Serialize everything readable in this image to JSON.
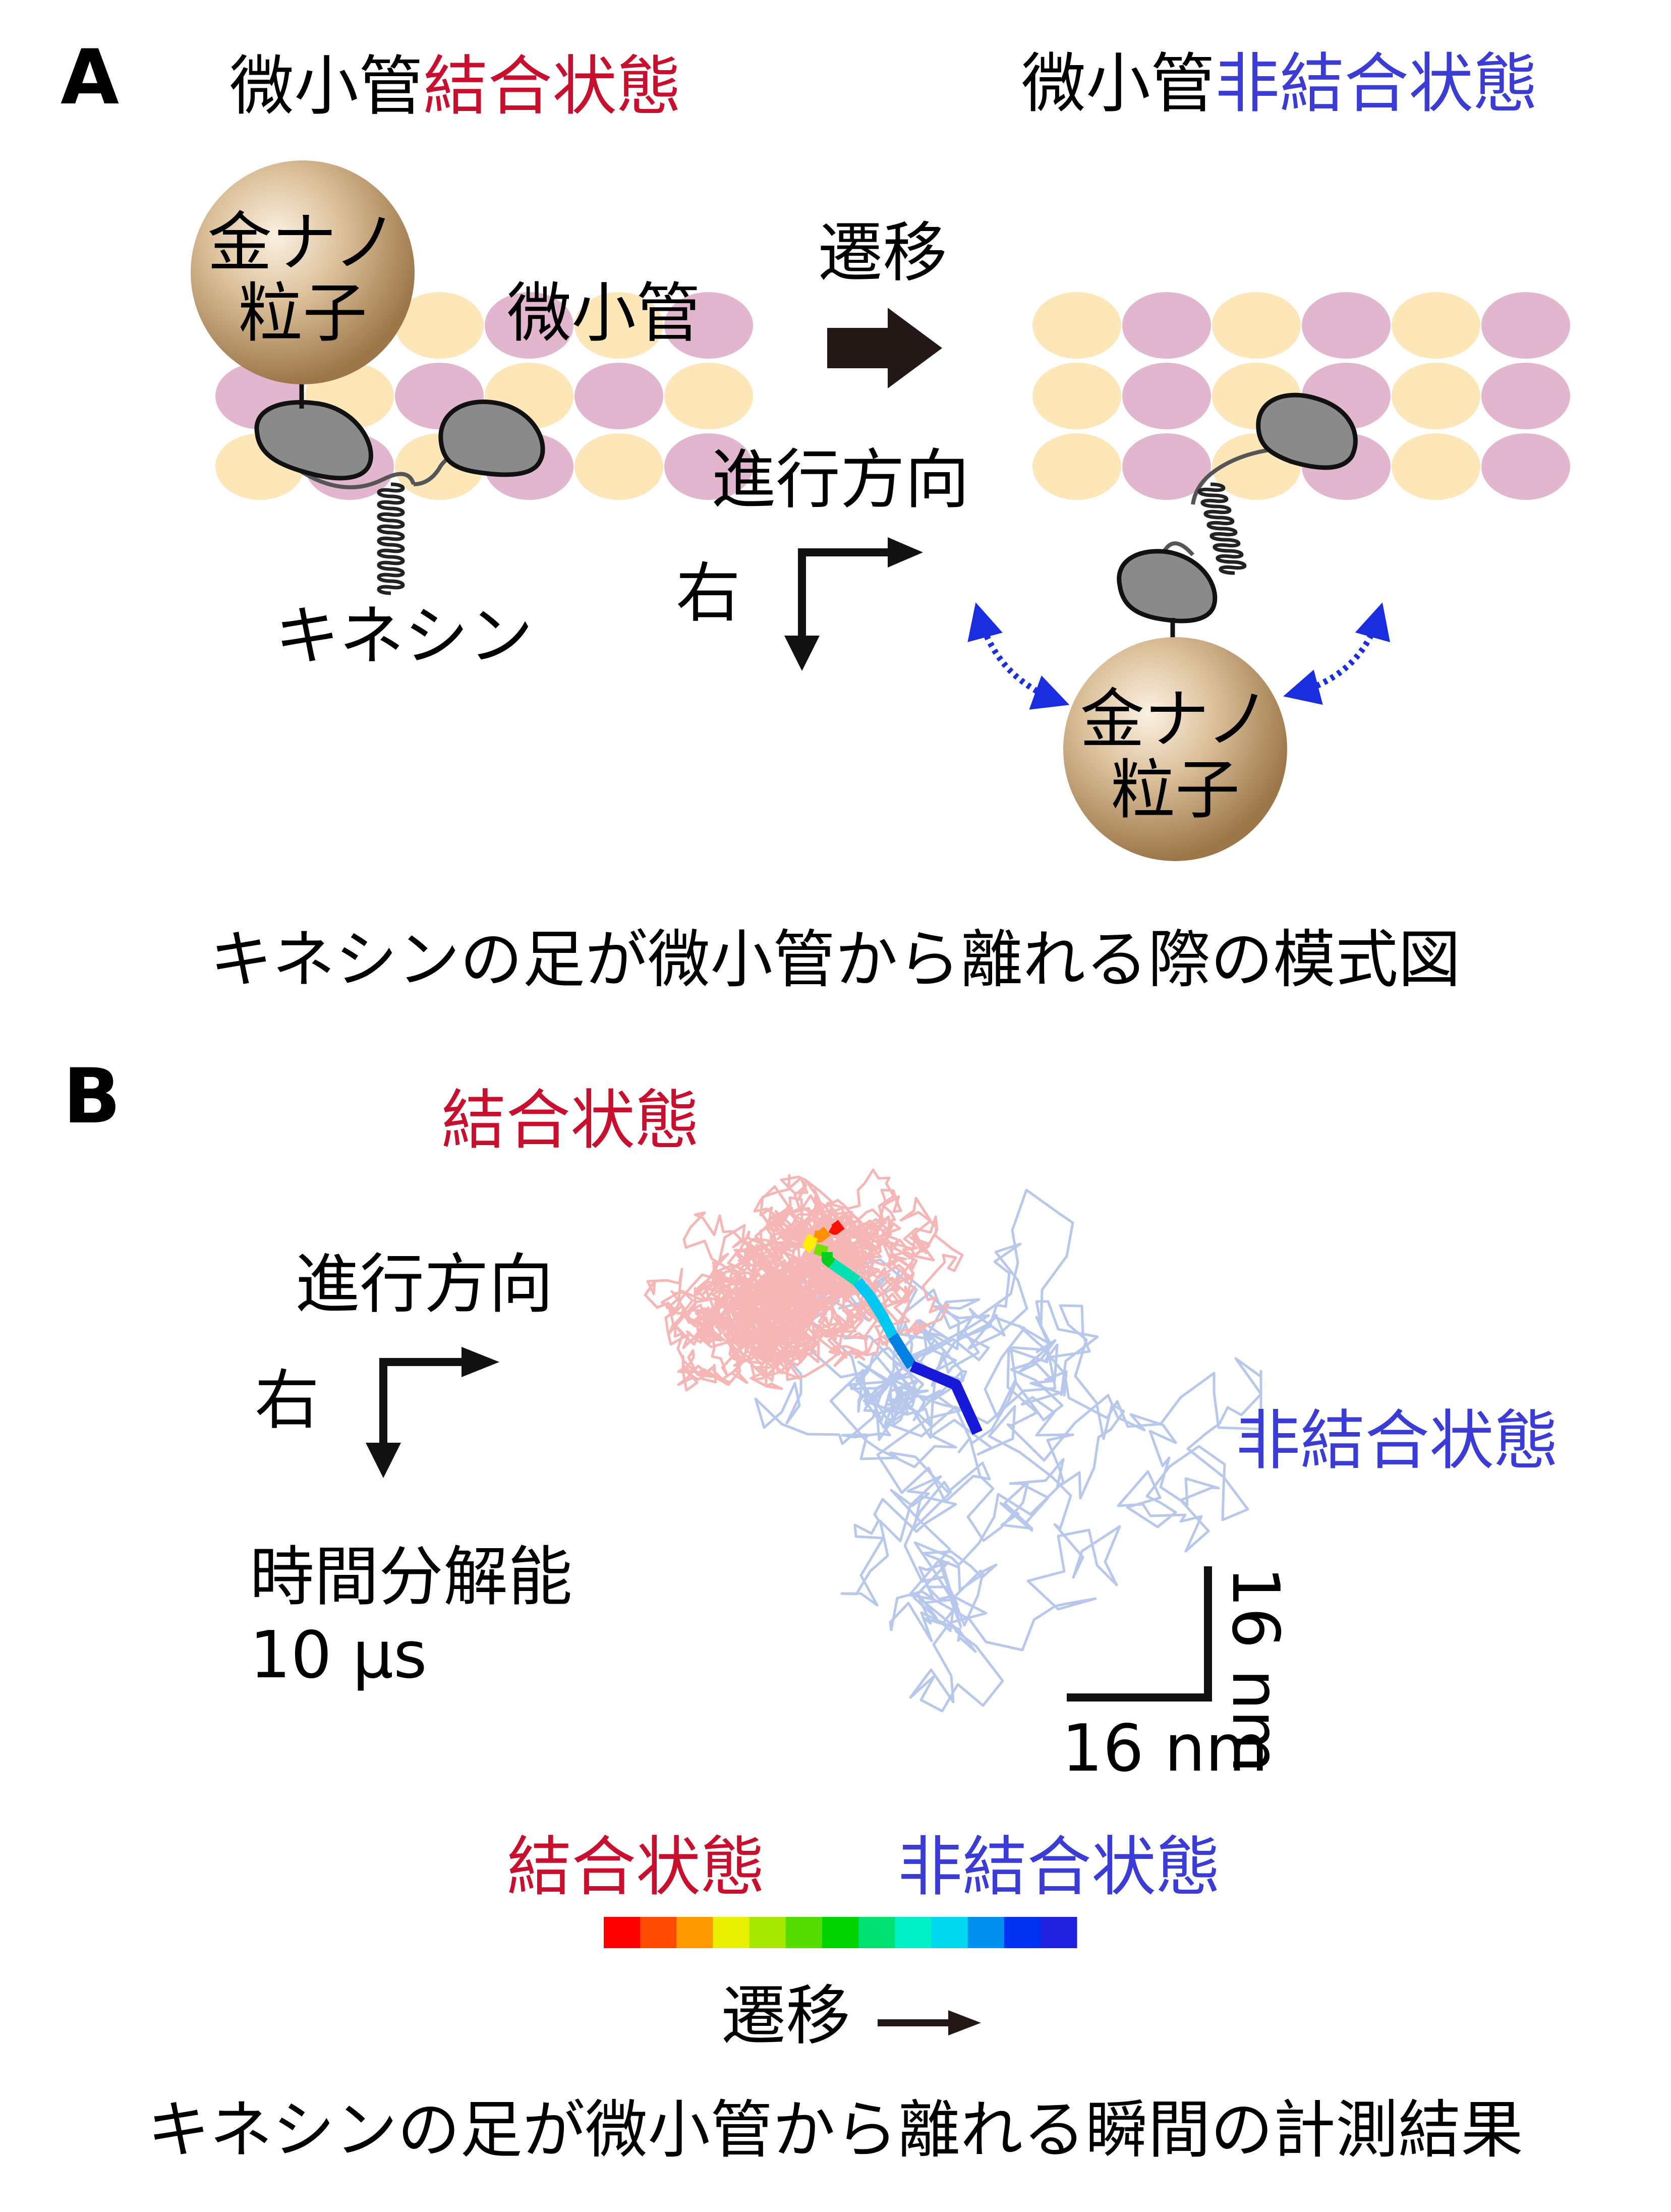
{
  "panel_a": {
    "letter": "A",
    "left_title_prefix": "微小管",
    "left_title_state": "結合状態",
    "right_title_prefix": "微小管",
    "right_title_state": "非結合状態",
    "gold_label_line1": "金ナノ",
    "gold_label_line2": "粒子",
    "microtubule_label": "微小管",
    "kinesin_label": "キネシン",
    "transition_label": "遷移",
    "direction_label": "進行方向",
    "right_dir_label": "右",
    "caption": "キネシンの足が微小管から離れる際の模式図"
  },
  "panel_b": {
    "letter": "B",
    "bound_label": "結合状態",
    "unbound_label": "非結合状態",
    "direction_label": "進行方向",
    "right_dir_label": "右",
    "time_res_line1": "時間分解能",
    "time_res_line2": "10 μs",
    "scale_x_label": "16 nm",
    "scale_y_label": "16 nm",
    "legend_bound": "結合状態",
    "legend_unbound": "非結合状態",
    "legend_transition": "遷移",
    "caption": "キネシンの足が微小管から離れる瞬間の計測結果"
  },
  "colors": {
    "bound_red": "#c8102e",
    "unbound_blue": "#3b3bd6",
    "tubulin_light": "#fde6b8",
    "tubulin_dark": "#e2b6cf",
    "kinesin_head": "#8a8a8a",
    "bound_trace": "#f7b6b6",
    "unbound_trace": "#b7c8ec",
    "arrow_blue": "#1a2ee0"
  },
  "colorbar": [
    "#ff0000",
    "#ff4a00",
    "#ff9900",
    "#e8f000",
    "#a8e800",
    "#56dd00",
    "#00d400",
    "#00e070",
    "#00f0c8",
    "#00d8f0",
    "#0090f0",
    "#0030f0",
    "#2020e0"
  ],
  "transition_path": [
    {
      "c": "#ff1000",
      "pts": [
        [
          1668,
          2427
        ],
        [
          1655,
          2437
        ],
        [
          1648,
          2433
        ]
      ]
    },
    {
      "c": "#ff9000",
      "pts": [
        [
          1640,
          2440
        ],
        [
          1625,
          2452
        ],
        [
          1614,
          2450
        ]
      ]
    },
    {
      "c": "#ffee00",
      "pts": [
        [
          1612,
          2451
        ],
        [
          1603,
          2468
        ],
        [
          1612,
          2475
        ]
      ]
    },
    {
      "c": "#74e000",
      "pts": [
        [
          1616,
          2475
        ],
        [
          1631,
          2480
        ],
        [
          1640,
          2482
        ]
      ]
    },
    {
      "c": "#00d020",
      "pts": [
        [
          1640,
          2482
        ],
        [
          1640,
          2497
        ],
        [
          1650,
          2505
        ]
      ]
    },
    {
      "c": "#00e0b0",
      "pts": [
        [
          1650,
          2505
        ],
        [
          1672,
          2520
        ],
        [
          1700,
          2540
        ]
      ]
    },
    {
      "c": "#00c8f0",
      "pts": [
        [
          1700,
          2540
        ],
        [
          1725,
          2570
        ],
        [
          1750,
          2610
        ],
        [
          1770,
          2648
        ]
      ]
    },
    {
      "c": "#0080e0",
      "pts": [
        [
          1770,
          2648
        ],
        [
          1790,
          2680
        ],
        [
          1808,
          2708
        ]
      ]
    },
    {
      "c": "#1818d8",
      "pts": [
        [
          1808,
          2708
        ],
        [
          1860,
          2730
        ],
        [
          1895,
          2745
        ],
        [
          1938,
          2840
        ]
      ]
    }
  ]
}
